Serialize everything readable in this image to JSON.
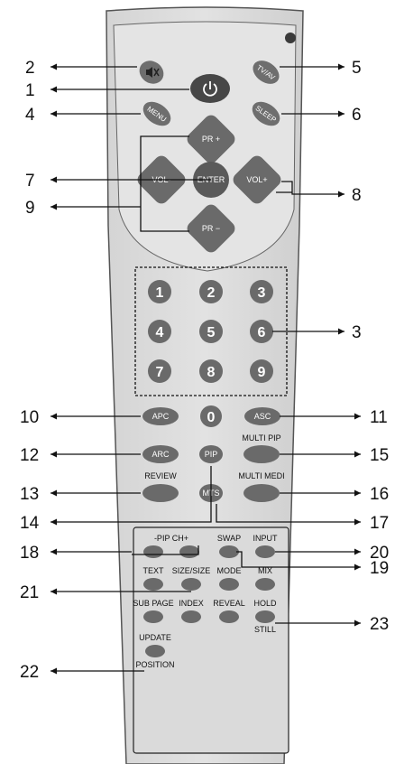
{
  "callouts": {
    "c1": "1",
    "c2": "2",
    "c3": "3",
    "c4": "4",
    "c5": "5",
    "c6": "6",
    "c7": "7",
    "c8": "8",
    "c9": "9",
    "c10": "10",
    "c11": "11",
    "c12": "12",
    "c13": "13",
    "c14": "14",
    "c15": "15",
    "c16": "16",
    "c17": "17",
    "c18": "18",
    "c19": "19",
    "c20": "20",
    "c21": "21",
    "c22": "22",
    "c23": "23"
  },
  "buttons": {
    "tv_av": "TV/AV",
    "menu": "MENU",
    "sleep": "SLEEP",
    "pr_plus": "PR +",
    "pr_minus": "PR −",
    "vol_minus": "VOL-",
    "vol_plus": "VOL+",
    "enter": "ENTER",
    "digits": [
      "1",
      "2",
      "3",
      "4",
      "5",
      "6",
      "7",
      "8",
      "9"
    ],
    "zero": "0",
    "apc": "APC",
    "asc": "ASC",
    "arc": "ARC",
    "pip": "PIP",
    "mts": "MTS"
  },
  "labels": {
    "multi_pip": "MULTI PIP",
    "review": "REVIEW",
    "multi_medi": "MULTI MEDI",
    "pip_ch": "-PIP CH+",
    "swap": "SWAP",
    "input": "INPUT",
    "text": "TEXT",
    "size": "SIZE/SIZE",
    "mode": "MODE",
    "mix": "MIX",
    "sub_page": "SUB PAGE",
    "index": "INDEX",
    "reveal": "REVEAL",
    "hold": "HOLD",
    "still": "STILL",
    "update": "UPDATE",
    "position": "POSITION"
  },
  "icons": {
    "mute": "mute-icon",
    "power": "power-icon"
  }
}
